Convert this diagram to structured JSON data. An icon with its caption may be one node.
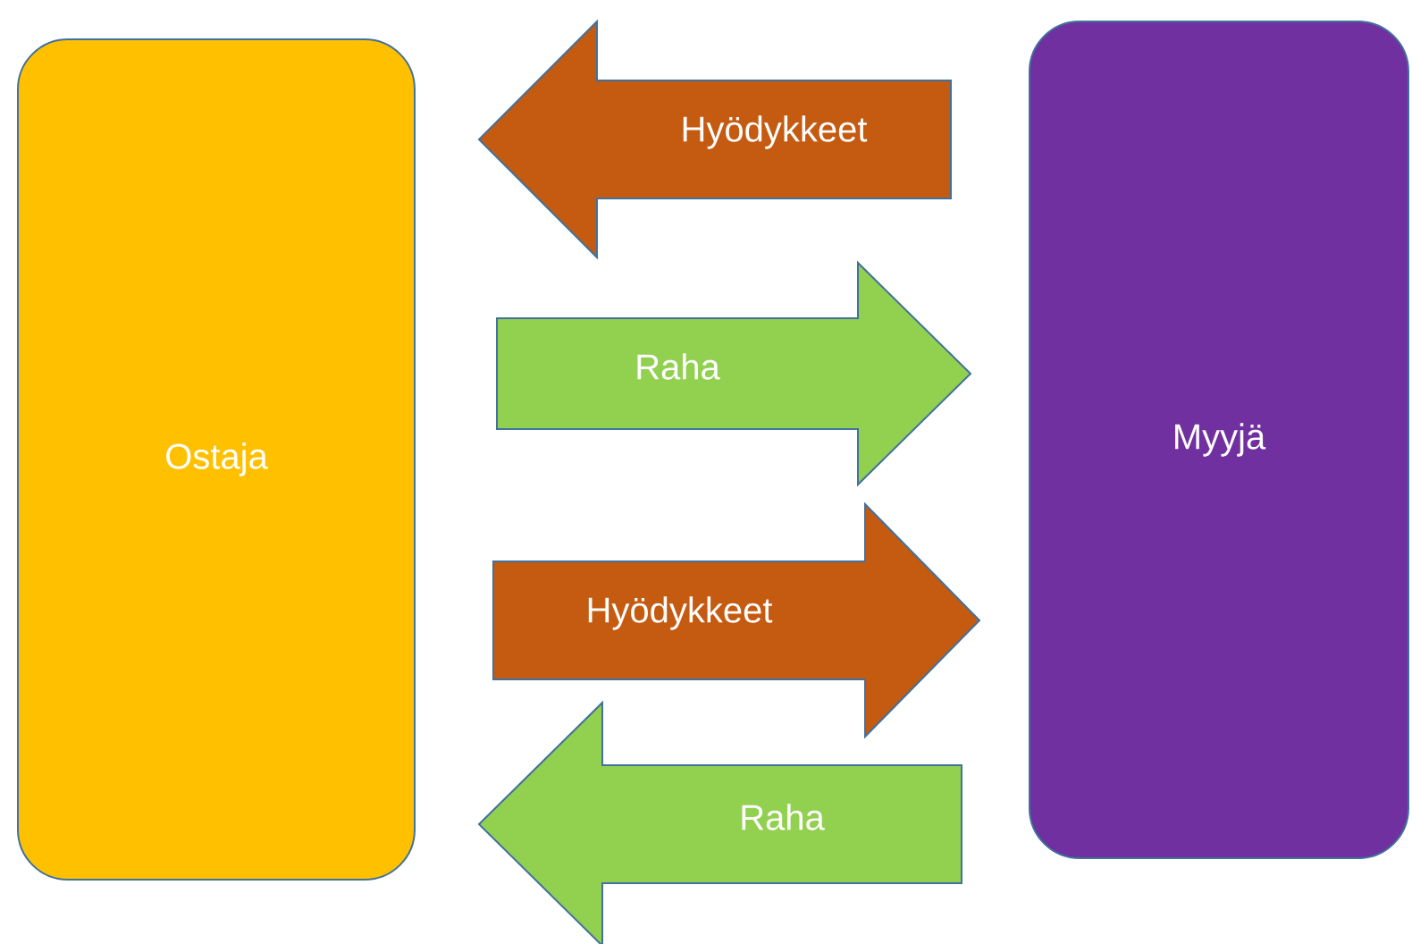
{
  "diagram": {
    "nodes": [
      {
        "text": [
          "Ostaja"
        ]
      },
      {
        "text": [
          "Myyjä"
        ]
      }
    ],
    "edges": [
      {
        "from": 1,
        "to": 0,
        "arrow": "to",
        "label": "Hyödykkeet",
        "style": "thick",
        "color": "#c55a11"
      },
      {
        "from": 0,
        "to": 1,
        "arrow": "to",
        "label": "Raha",
        "style": "thick",
        "color": "#92d050"
      },
      {
        "from": 0,
        "to": 1,
        "arrow": "to",
        "label": "Hyödykkeet",
        "style": "thick",
        "color": "#c55a11"
      },
      {
        "from": 1,
        "to": 0,
        "arrow": "to",
        "label": "Raha",
        "style": "thick",
        "color": "#92d050"
      }
    ]
  }
}
